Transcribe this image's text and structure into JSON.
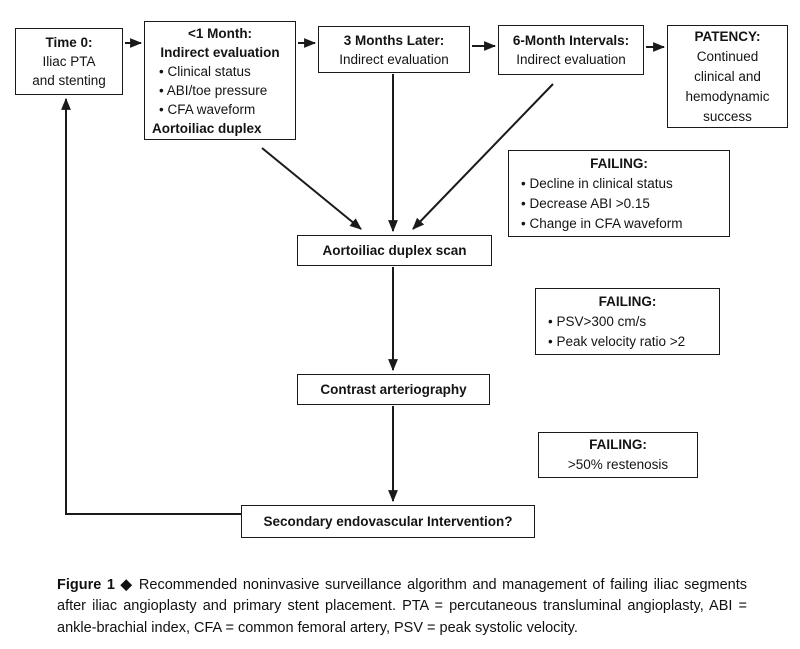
{
  "diagram": {
    "nodes": {
      "time0": {
        "title": "Time 0:",
        "lines": [
          "Iliac PTA",
          "and stenting"
        ]
      },
      "month1": {
        "title": "<1 Month:",
        "subtitle": "Indirect evaluation",
        "bullets": [
          "Clinical status",
          "ABI/toe pressure",
          "CFA waveform"
        ],
        "footer": "Aortoiliac duplex"
      },
      "months3": {
        "title": "3 Months Later:",
        "subtitle": "Indirect evaluation"
      },
      "months6": {
        "title": "6-Month Intervals:",
        "subtitle": "Indirect evaluation"
      },
      "patency": {
        "title": "PATENCY:",
        "lines": [
          "Continued",
          "clinical and",
          "hemodynamic",
          "success"
        ]
      },
      "duplex_scan": {
        "title": "Aortoiliac duplex scan"
      },
      "failing1": {
        "title": "FAILING:",
        "bullets": [
          "Decline in clinical status",
          "Decrease ABI >0.15",
          "Change in CFA waveform"
        ]
      },
      "failing2": {
        "title": "FAILING:",
        "bullets": [
          "PSV>300 cm/s",
          "Peak velocity ratio >2"
        ]
      },
      "contrast": {
        "title": "Contrast arteriography"
      },
      "failing3": {
        "title": "FAILING:",
        "line": ">50% restenosis"
      },
      "secondary": {
        "title": "Secondary endovascular Intervention?"
      }
    },
    "colors": {
      "ink": "#1a1a1a",
      "background": "#ffffff"
    }
  },
  "caption": {
    "figure_label": "Figure 1",
    "symbol": "◆",
    "text": "Recommended noninvasive surveillance algorithm and management of failing iliac segments after iliac angioplasty and primary stent placement. PTA = percutaneous transluminal angioplasty, ABI = ankle-brachial index, CFA = common femoral artery, PSV = peak systolic velocity."
  }
}
